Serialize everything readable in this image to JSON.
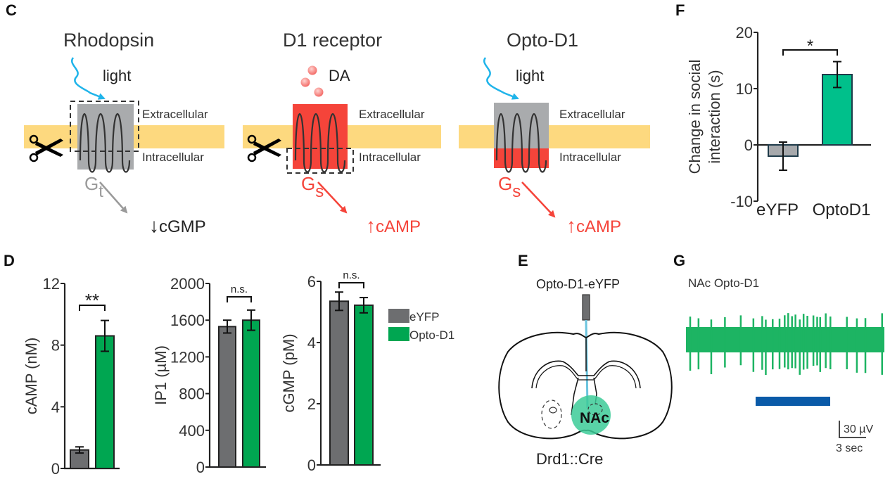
{
  "colors": {
    "membrane": "#fdd97f",
    "rhodopsin_gray": "#a9abad",
    "d1_red": "#f5443a",
    "light_blue": "#1fb4ea",
    "eyfp_gray": "#6d6e70",
    "opto_green": "#00a651",
    "f_gray": "#a7a9ac",
    "f_green": "#00c08b",
    "trace_green": "#1db463",
    "light_bar_blue": "#0a5aa8",
    "nac_teal": "#3ccb98",
    "fiber_blue": "#6bc4de",
    "gt_gray": "#9a9a9a",
    "gs_red": "#f5443a"
  },
  "panel_c": {
    "label": "C",
    "schemes": [
      {
        "title": "Rhodopsin",
        "stimulus": "light",
        "extracellular": "Extracellular",
        "intracellular": "Intracellular",
        "g_protein": "G",
        "g_sub": "t",
        "messenger_arrow": "↓",
        "messenger": "cGMP"
      },
      {
        "title": "D1 receptor",
        "stimulus": "DA",
        "extracellular": "Extracellular",
        "intracellular": "Intracellular",
        "g_protein": "G",
        "g_sub": "s",
        "messenger_arrow": "↑",
        "messenger": "cAMP"
      },
      {
        "title": "Opto-D1",
        "stimulus": "light",
        "extracellular": "Extracellular",
        "intracellular": "Intracellular",
        "g_protein": "G",
        "g_sub": "s",
        "messenger_arrow": "↑",
        "messenger": "cAMP"
      }
    ]
  },
  "panel_d": {
    "label": "D"
  },
  "panel_e": {
    "label": "E",
    "virus": "Opto-D1-eYFP",
    "region": "NAc",
    "mouse_line": "Drd1::Cre"
  },
  "panel_f": {
    "label": "F"
  },
  "panel_g": {
    "label": "G",
    "title": "NAc Opto-D1",
    "scale_y": "30 µV",
    "scale_x": "3 sec"
  },
  "chart_data": [
    {
      "id": "d-camp",
      "type": "bar",
      "categories": [
        "eYFP",
        "Opto-D1"
      ],
      "values": [
        1.2,
        8.6
      ],
      "errors": [
        0.2,
        1.0
      ],
      "ylabel": "cAMP (nM)",
      "ylim": [
        0,
        12
      ],
      "yticks": [
        "0",
        "4",
        "8",
        "12"
      ],
      "significance": "**"
    },
    {
      "id": "d-ip1",
      "type": "bar",
      "categories": [
        "eYFP",
        "Opto-D1"
      ],
      "values": [
        1530,
        1600
      ],
      "errors": [
        70,
        110
      ],
      "ylabel": "IP1 (µM)",
      "ylim": [
        0,
        2000
      ],
      "yticks": [
        "0",
        "400",
        "800",
        "1200",
        "1600",
        "2000"
      ],
      "significance": "n.s."
    },
    {
      "id": "d-cgmp",
      "type": "bar",
      "categories": [
        "eYFP",
        "Opto-D1"
      ],
      "values": [
        5.35,
        5.22
      ],
      "errors": [
        0.3,
        0.25
      ],
      "ylabel": "cGMP (pM)",
      "ylim": [
        0,
        6
      ],
      "yticks": [
        "0",
        "2",
        "4",
        "6"
      ],
      "significance": "n.s.",
      "legend": [
        "eYFP",
        "Opto-D1"
      ],
      "legend_position": "right"
    },
    {
      "id": "f-social",
      "type": "bar",
      "categories": [
        "eYFP",
        "OptoD1"
      ],
      "values": [
        -2.0,
        12.5
      ],
      "errors": [
        2.5,
        2.3
      ],
      "ylabel": "Change in social interaction (s)",
      "ylim": [
        -10,
        20
      ],
      "yticks": [
        "-10",
        "0",
        "10",
        "20"
      ],
      "significance": "*"
    },
    {
      "id": "g-trace",
      "type": "line",
      "title": "NAc Opto-D1",
      "description": "extracellular recording trace; firing increases during light stimulation",
      "light_on_fraction": [
        0.35,
        0.72
      ]
    }
  ]
}
